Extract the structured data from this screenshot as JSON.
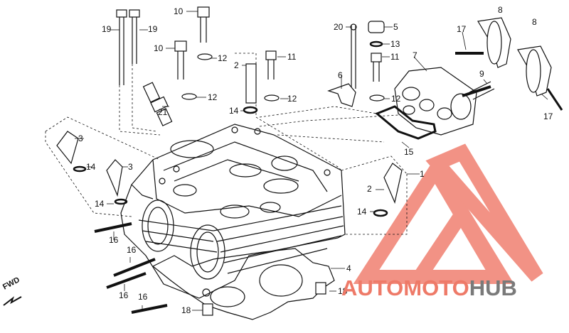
{
  "diagram": {
    "callouts": [
      {
        "id": "c1",
        "text": "1"
      },
      {
        "id": "c2a",
        "text": "2"
      },
      {
        "id": "c2b",
        "text": "2"
      },
      {
        "id": "c3a",
        "text": "3"
      },
      {
        "id": "c3b",
        "text": "3"
      },
      {
        "id": "c4",
        "text": "4"
      },
      {
        "id": "c5",
        "text": "5"
      },
      {
        "id": "c6",
        "text": "6"
      },
      {
        "id": "c7",
        "text": "7"
      },
      {
        "id": "c8a",
        "text": "8"
      },
      {
        "id": "c8b",
        "text": "8"
      },
      {
        "id": "c9",
        "text": "9"
      },
      {
        "id": "c10a",
        "text": "10"
      },
      {
        "id": "c10b",
        "text": "10"
      },
      {
        "id": "c11a",
        "text": "11"
      },
      {
        "id": "c11b",
        "text": "11"
      },
      {
        "id": "c12a",
        "text": "12"
      },
      {
        "id": "c12b",
        "text": "12"
      },
      {
        "id": "c12c",
        "text": "12"
      },
      {
        "id": "c12d",
        "text": "12"
      },
      {
        "id": "c13",
        "text": "13"
      },
      {
        "id": "c14a",
        "text": "14"
      },
      {
        "id": "c14b",
        "text": "14"
      },
      {
        "id": "c14c",
        "text": "14"
      },
      {
        "id": "c14d",
        "text": "14"
      },
      {
        "id": "c15",
        "text": "15"
      },
      {
        "id": "c16a",
        "text": "16"
      },
      {
        "id": "c16b",
        "text": "16"
      },
      {
        "id": "c16c",
        "text": "16"
      },
      {
        "id": "c16d",
        "text": "16"
      },
      {
        "id": "c17a",
        "text": "17"
      },
      {
        "id": "c17b",
        "text": "17"
      },
      {
        "id": "c18a",
        "text": "18"
      },
      {
        "id": "c18b",
        "text": "18"
      },
      {
        "id": "c19a",
        "text": "19"
      },
      {
        "id": "c19b",
        "text": "19"
      },
      {
        "id": "c20",
        "text": "20"
      },
      {
        "id": "c21",
        "text": "21"
      }
    ],
    "fwd_label": "FWD",
    "watermark": {
      "part_a": "AUTOMOTO",
      "part_b": "HUB"
    },
    "colors": {
      "ink": "#111111",
      "watermark_red": "#ee7a68",
      "watermark_gray": "#7a7a7a"
    }
  }
}
